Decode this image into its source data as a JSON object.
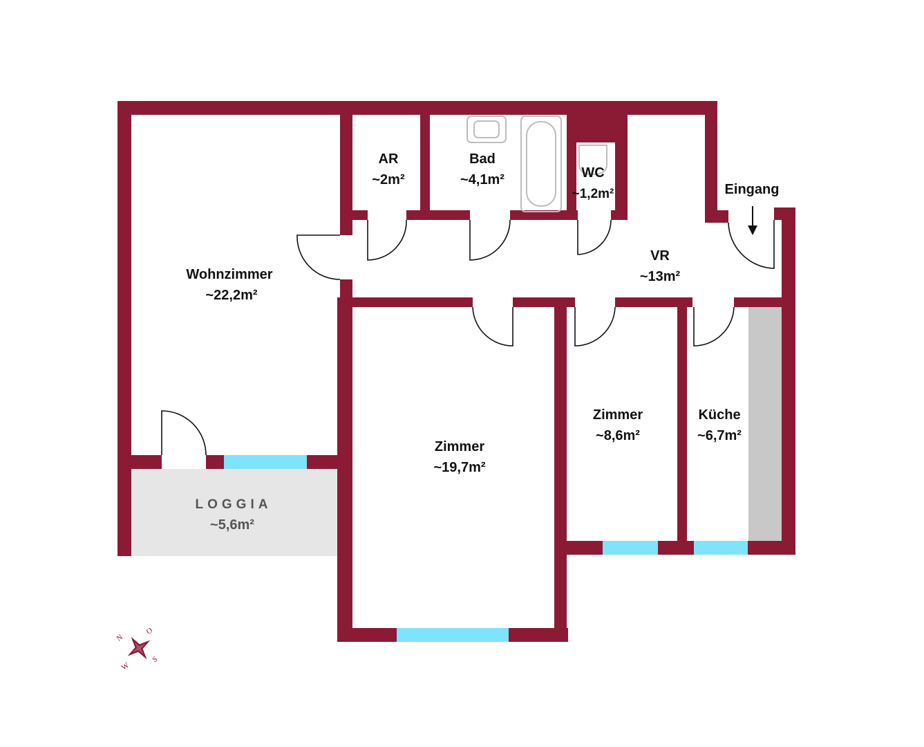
{
  "colors": {
    "wall": "#8b1a35",
    "window": "#7fe3fa",
    "loggia_floor": "#e6e6e6",
    "counter": "#c8c8c8",
    "fixture": "#bdbdbd",
    "door_line": "#111111"
  },
  "rooms": {
    "wohnzimmer": {
      "name": "Wohnzimmer",
      "area": "~22,2m²"
    },
    "ar": {
      "name": "AR",
      "area": "~2m²"
    },
    "bad": {
      "name": "Bad",
      "area": "~4,1m²"
    },
    "wc": {
      "name": "WC",
      "area": "~1,2m²"
    },
    "vr": {
      "name": "VR",
      "area": "~13m²"
    },
    "zimmer_large": {
      "name": "Zimmer",
      "area": "~19,7m²"
    },
    "zimmer_small": {
      "name": "Zimmer",
      "area": "~8,6m²"
    },
    "kueche": {
      "name": "Küche",
      "area": "~6,7m²"
    },
    "loggia": {
      "name": "LOGGIA",
      "area": "~5,6m²"
    }
  },
  "entrance": {
    "label": "Eingang"
  },
  "compass": {
    "n": "N",
    "o": "O",
    "s": "S",
    "w": "W",
    "icon": "compass-rose-icon"
  }
}
